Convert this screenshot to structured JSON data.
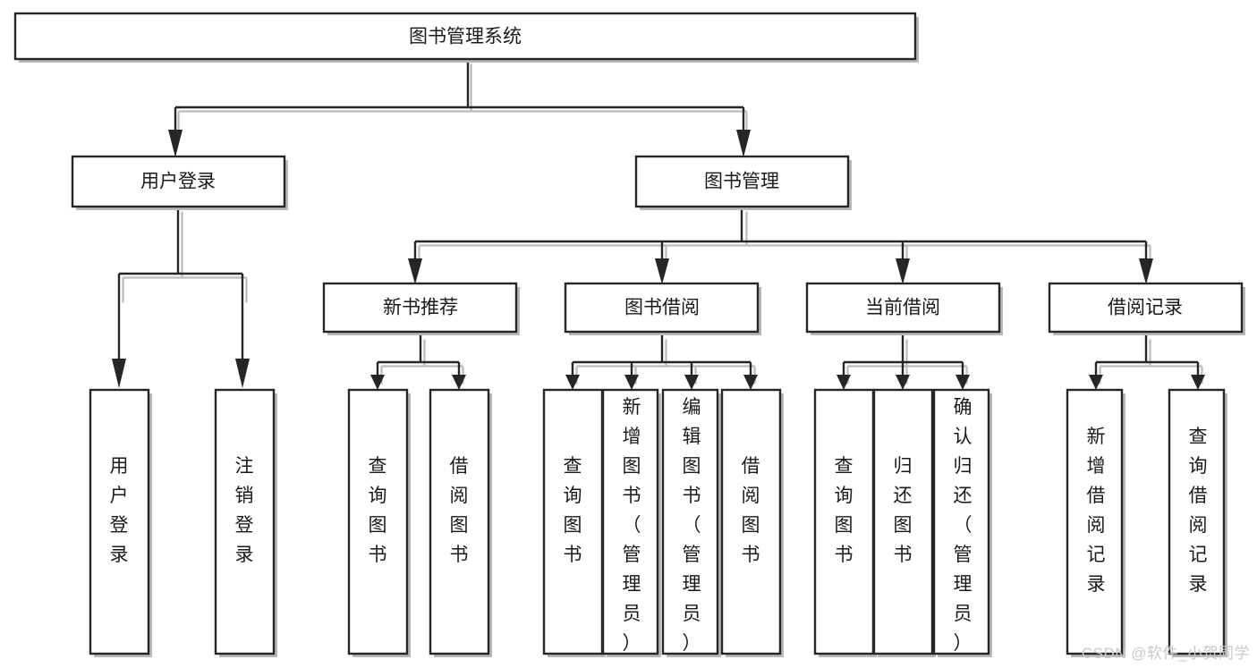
{
  "diagram": {
    "type": "tree",
    "title": "图书管理系统",
    "orientation": "top-down",
    "watermark": "CSDN @软件_小贺同学",
    "levels": 4,
    "root": {
      "id": "root",
      "label": "图书管理系统",
      "orientation": "horizontal"
    },
    "level2": [
      {
        "id": "user-login",
        "label": "用户登录",
        "orientation": "horizontal"
      },
      {
        "id": "book-manage",
        "label": "图书管理",
        "orientation": "horizontal"
      }
    ],
    "level3": [
      {
        "id": "new-book-recommend",
        "label": "新书推荐",
        "parent": "book-manage",
        "orientation": "horizontal"
      },
      {
        "id": "book-borrow",
        "label": "图书借阅",
        "parent": "book-manage",
        "orientation": "horizontal"
      },
      {
        "id": "current-borrow",
        "label": "当前借阅",
        "parent": "book-manage",
        "orientation": "horizontal"
      },
      {
        "id": "borrow-record",
        "label": "借阅记录",
        "parent": "book-manage",
        "orientation": "horizontal"
      }
    ],
    "leaves": [
      {
        "id": "leaf-user-login",
        "label": "用户登录",
        "parent": "user-login",
        "orientation": "vertical"
      },
      {
        "id": "leaf-user-logout",
        "label": "注销登录",
        "parent": "user-login",
        "orientation": "vertical"
      },
      {
        "id": "leaf-query-book-1",
        "label": "查询图书",
        "parent": "new-book-recommend",
        "orientation": "vertical"
      },
      {
        "id": "leaf-borrow-book-1",
        "label": "借阅图书",
        "parent": "new-book-recommend",
        "orientation": "vertical"
      },
      {
        "id": "leaf-query-book-2",
        "label": "查询图书",
        "parent": "book-borrow",
        "orientation": "vertical"
      },
      {
        "id": "leaf-add-book",
        "label": "新增图书（管理员）",
        "parent": "book-borrow",
        "orientation": "vertical"
      },
      {
        "id": "leaf-edit-book",
        "label": "编辑图书（管理员）",
        "parent": "book-borrow",
        "orientation": "vertical"
      },
      {
        "id": "leaf-borrow-book-2",
        "label": "借阅图书",
        "parent": "book-borrow",
        "orientation": "vertical"
      },
      {
        "id": "leaf-query-book-3",
        "label": "查询图书",
        "parent": "current-borrow",
        "orientation": "vertical"
      },
      {
        "id": "leaf-return-book",
        "label": "归还图书",
        "parent": "current-borrow",
        "orientation": "vertical"
      },
      {
        "id": "leaf-confirm-return",
        "label": "确认归还（管理员）",
        "parent": "current-borrow",
        "orientation": "vertical"
      },
      {
        "id": "leaf-add-record",
        "label": "新增借阅记录",
        "parent": "borrow-record",
        "orientation": "vertical"
      },
      {
        "id": "leaf-query-record",
        "label": "查询借阅记录",
        "parent": "borrow-record",
        "orientation": "vertical"
      }
    ],
    "colors": {
      "box_fill": "#ffffff",
      "box_stroke": "#262626",
      "text": "#1a1a1a",
      "shadow": "#b8b8b8",
      "watermark": "#c9c9c9",
      "background": "#ffffff"
    }
  }
}
